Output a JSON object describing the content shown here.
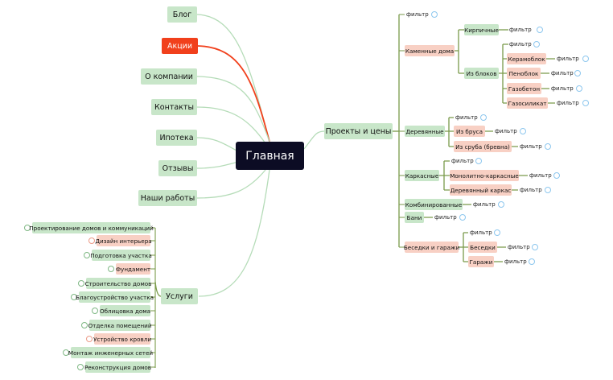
{
  "center": {
    "label": "Главная"
  },
  "left_nodes": {
    "blog": "Блог",
    "actions": "Акции",
    "about": "О компании",
    "contacts": "Контакты",
    "mortgage": "Ипотека",
    "reviews": "Отзывы",
    "works": "Наши работы",
    "services": "Услуги"
  },
  "services_items": [
    "Проектирование домов и коммуникаций",
    "Дизайн интерьера",
    "Подготовка участка",
    "Фундамент",
    "Строительство домов",
    "Благоустройство участка",
    "Облицовка дома",
    "Отделка помещений",
    "Устройство кровли",
    "Монтаж инженерных сетей",
    "Реконструкция домов"
  ],
  "projects": {
    "label": "Проекты и цены",
    "filter": "фильтр",
    "stone": "Каменные дома",
    "brick": "Кирпичные",
    "blocks": "Из блоков",
    "ceramoblock": "Керамоблок",
    "penoblock": "Пеноблок",
    "gazobeton": "Газобетон",
    "gazosilikat": "Газосиликат",
    "wooden": "Деревянные",
    "timber": "Из бруса",
    "log": "Из сруба (бревна)",
    "frame": "Каркасные",
    "monolith": "Монолитно-каркасные",
    "woodframe": "Деревянный каркас",
    "combined": "Комбинированные",
    "bani": "Бани",
    "gazebos": "Беседки и гаражи",
    "gazebo": "Беседки",
    "garages": "Гаражи"
  },
  "colors": {
    "green": "#c8e6c9",
    "salmon": "#f8d0c4",
    "blue": "#d6ebf8",
    "accent": "#f1401c",
    "center": "#0c0c24"
  }
}
